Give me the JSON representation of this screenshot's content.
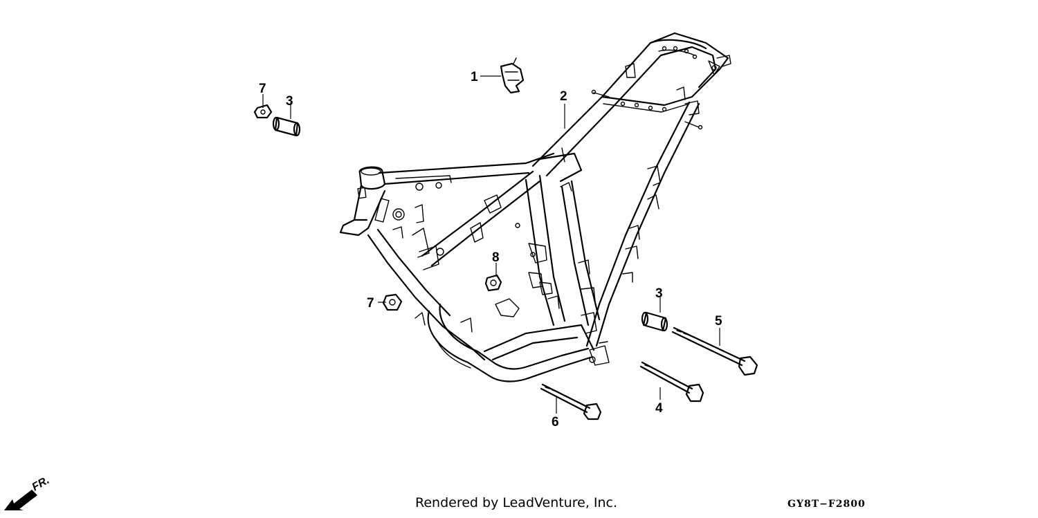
{
  "diagram": {
    "callouts": [
      {
        "id": "c1",
        "label": "1"
      },
      {
        "id": "c2",
        "label": "2"
      },
      {
        "id": "c3a",
        "label": "3"
      },
      {
        "id": "c3b",
        "label": "3"
      },
      {
        "id": "c4",
        "label": "4"
      },
      {
        "id": "c5",
        "label": "5"
      },
      {
        "id": "c6",
        "label": "6"
      },
      {
        "id": "c7a",
        "label": "7"
      },
      {
        "id": "c7b",
        "label": "7"
      },
      {
        "id": "c8",
        "label": "8"
      }
    ],
    "direction_label": "FR.",
    "credit": "Rendered by LeadVenture, Inc.",
    "diagram_code": "GY8T−F2800"
  }
}
